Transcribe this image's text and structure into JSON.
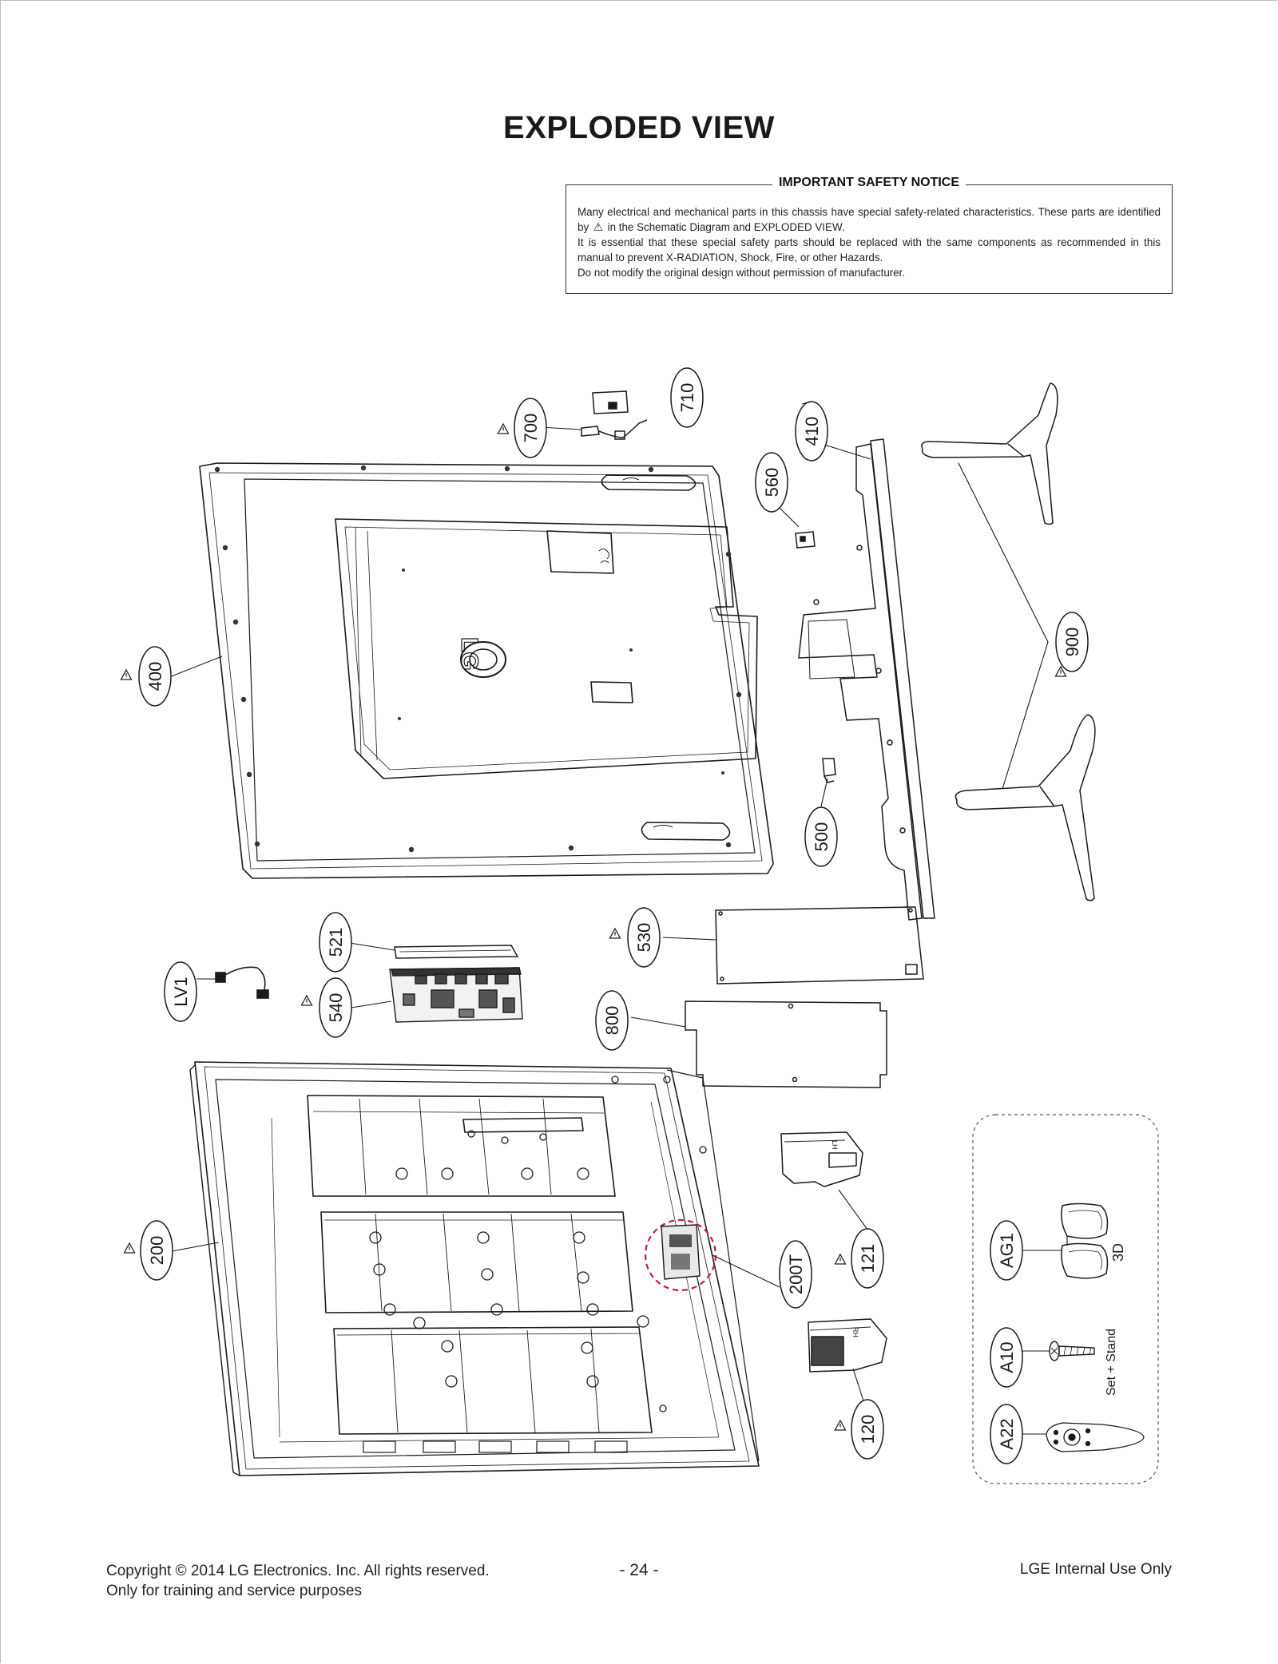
{
  "page": {
    "title": "EXPLODED VIEW"
  },
  "safety_notice": {
    "heading": "IMPORTANT SAFETY NOTICE",
    "line1": "Many electrical and mechanical parts in this chassis have special safety-related characteristics. These parts are identified by",
    "line1_after": "in the Schematic Diagram and EXPLODED VIEW.",
    "line2": "It is essential that these special safety parts should be replaced with the same components as recommended in this manual to prevent X-RADIATION, Shock, Fire, or other Hazards.",
    "line3": "Do not modify the original design without permission of manufacturer."
  },
  "diagram": {
    "logo_text": "LG",
    "part_labels": {
      "p700": "700",
      "p710": "710",
      "p410": "410",
      "p560": "560",
      "p400": "400",
      "p900": "900",
      "p500": "500",
      "p521": "521",
      "p530": "530",
      "pLV1": "LV1",
      "p540": "540",
      "p800": "800",
      "p200": "200",
      "p200T": "200T",
      "p121": "121",
      "p120": "120",
      "pAG1": "AG1",
      "pA10": "A10",
      "pA22": "A22"
    },
    "accessory_notes": {
      "glasses": "3D",
      "screw": "Set + Stand"
    },
    "speaker_marks": {
      "left": "LH",
      "right": "RH"
    }
  },
  "footer": {
    "copyright": "Copyright  © 2014 LG Electronics. Inc. All rights reserved.",
    "purpose": "Only for training and service purposes",
    "page_number": "- 24 -",
    "internal": "LGE Internal Use Only"
  }
}
